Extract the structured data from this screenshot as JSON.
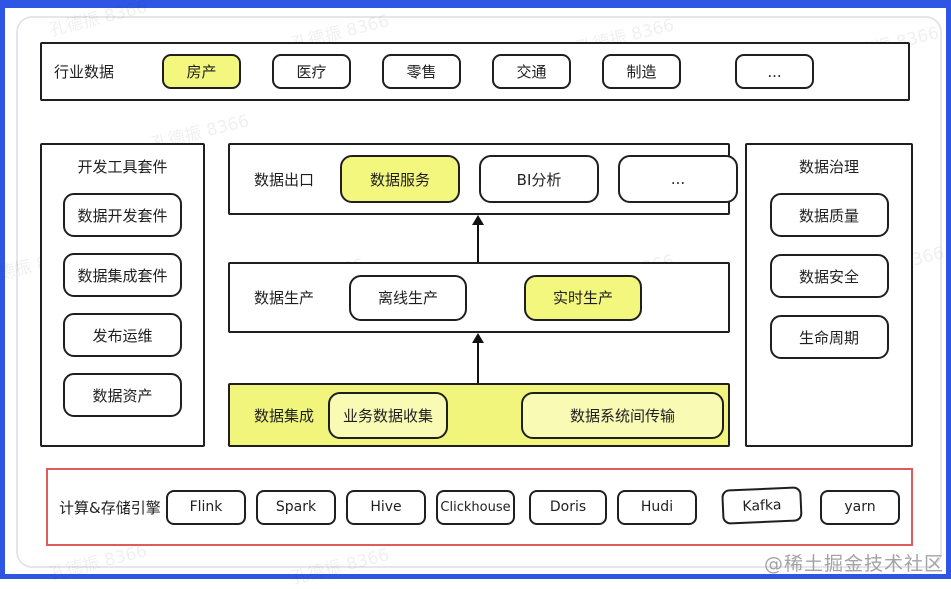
{
  "industry_row": {
    "label": "行业数据",
    "items": [
      "房产",
      "医疗",
      "零售",
      "交通",
      "制造",
      "..."
    ]
  },
  "dev_tools": {
    "title": "开发工具套件",
    "items": [
      "数据开发套件",
      "数据集成套件",
      "发布运维",
      "数据资产"
    ]
  },
  "governance": {
    "title": "数据治理",
    "items": [
      "数据质量",
      "数据安全",
      "生命周期"
    ]
  },
  "data_export": {
    "label": "数据出口",
    "items": [
      "数据服务",
      "BI分析",
      "..."
    ]
  },
  "data_production": {
    "label": "数据生产",
    "items": [
      "离线生产",
      "实时生产"
    ]
  },
  "data_integration": {
    "label": "数据集成",
    "items": [
      "业务数据收集",
      "数据系统间传输"
    ]
  },
  "engines": {
    "label": "计算&存储引擎",
    "items": [
      "Flink",
      "Spark",
      "Hive",
      "Clickhouse",
      "Doris",
      "Hudi",
      "Kafka",
      "yarn"
    ]
  },
  "watermarks": {
    "user": "孔德振 8366",
    "brand": "@稀土掘金技术社区"
  },
  "colors": {
    "frame_blue": "#2e55e4",
    "highlight_yellow": "#f3f77e",
    "integration_background": "#f1f57b",
    "inner_box_yellow": "#f9fbb5",
    "engine_frame_red": "#e15b5b",
    "border_black": "#1f1f1f"
  }
}
